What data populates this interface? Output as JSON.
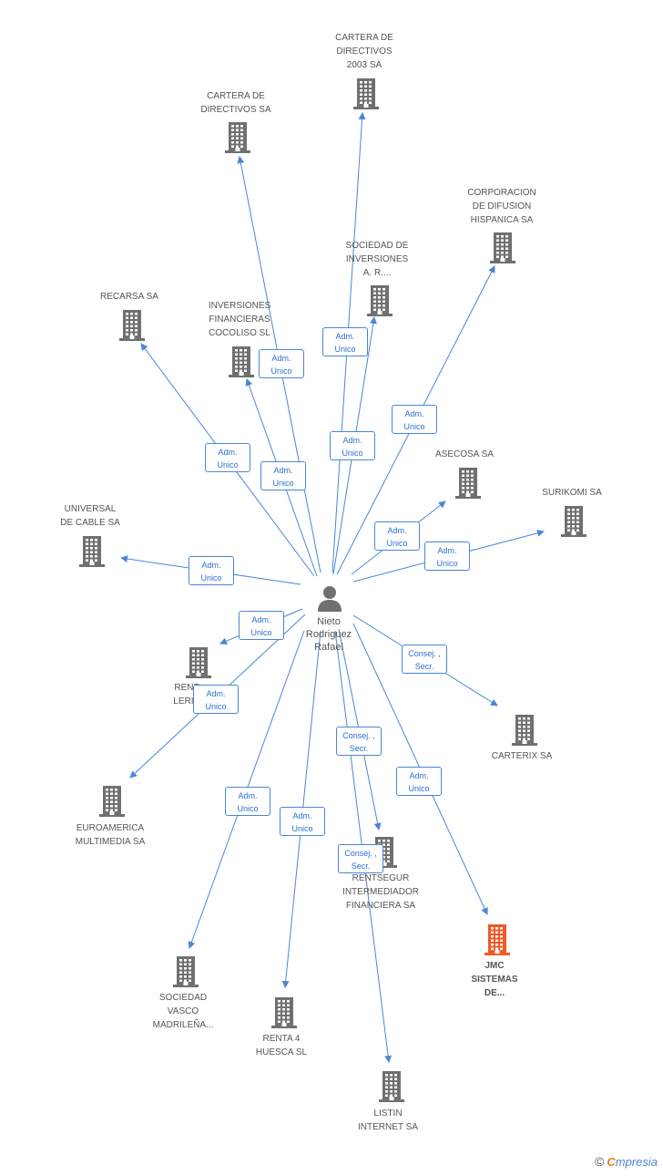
{
  "center": {
    "name_lines": [
      "Nieto",
      "Rodriguez",
      "Rafael"
    ]
  },
  "nodes": [
    {
      "id": "n1",
      "lines": [
        "CARTERA DE",
        "DIRECTIVOS",
        "2003 SA"
      ],
      "highlight": false
    },
    {
      "id": "n2",
      "lines": [
        "CARTERA DE",
        "DIRECTIVOS SA"
      ],
      "highlight": false
    },
    {
      "id": "n3",
      "lines": [
        "CORPORACION",
        "DE DIFUSION",
        "HISPANICA SA"
      ],
      "highlight": false
    },
    {
      "id": "n4",
      "lines": [
        "SOCIEDAD DE",
        "INVERSIONES",
        "A. R...."
      ],
      "highlight": false
    },
    {
      "id": "n5",
      "lines": [
        "RECARSA SA"
      ],
      "highlight": false
    },
    {
      "id": "n6",
      "lines": [
        "INVERSIONES",
        "FINANCIERAS",
        "COCOLISO SL"
      ],
      "highlight": false
    },
    {
      "id": "n7",
      "lines": [
        "ASECOSA SA"
      ],
      "highlight": false
    },
    {
      "id": "n8",
      "lines": [
        "SURIKOMI SA"
      ],
      "highlight": false
    },
    {
      "id": "n9",
      "lines": [
        "UNIVERSAL",
        "DE CABLE SA"
      ],
      "highlight": false
    },
    {
      "id": "n10",
      "lines": [
        "RENT",
        "LERID"
      ],
      "highlight": false
    },
    {
      "id": "n11",
      "lines": [
        "CARTERIX SA"
      ],
      "highlight": false
    },
    {
      "id": "n12",
      "lines": [
        "EUROAMERICA",
        "MULTIMEDIA SA"
      ],
      "highlight": false
    },
    {
      "id": "n13",
      "lines": [
        "RENTSEGUR",
        "INTERMEDIADOR",
        "FINANCIERA SA"
      ],
      "highlight": false
    },
    {
      "id": "n14",
      "lines": [
        "JMC",
        "SISTEMAS",
        "DE..."
      ],
      "highlight": true
    },
    {
      "id": "n15",
      "lines": [
        "SOCIEDAD",
        "VASCO",
        "MADRILEÑA..."
      ],
      "highlight": false
    },
    {
      "id": "n16",
      "lines": [
        "RENTA 4",
        "HUESCA SL"
      ],
      "highlight": false
    },
    {
      "id": "n17",
      "lines": [
        "LISTIN",
        "INTERNET SA"
      ],
      "highlight": false
    }
  ],
  "edges": [
    {
      "target": "n1",
      "label": [
        "Adm.",
        "Unico"
      ]
    },
    {
      "target": "n2",
      "label": [
        "Adm.",
        "Unico"
      ]
    },
    {
      "target": "n3",
      "label": [
        "Adm.",
        "Unico"
      ]
    },
    {
      "target": "n4",
      "label": [
        "Adm.",
        "Unico"
      ]
    },
    {
      "target": "n5",
      "label": [
        "Adm.",
        "Unico"
      ]
    },
    {
      "target": "n6",
      "label": [
        "Adm.",
        "Unico"
      ]
    },
    {
      "target": "n7",
      "label": [
        "Adm.",
        "Unico"
      ]
    },
    {
      "target": "n8",
      "label": [
        "Adm.",
        "Unico"
      ]
    },
    {
      "target": "n9",
      "label": [
        "Adm.",
        "Unico"
      ]
    },
    {
      "target": "n10",
      "label": [
        "Adm.",
        "Unico"
      ]
    },
    {
      "target": "n11",
      "label": [
        "Consej. ,",
        "Secr."
      ]
    },
    {
      "target": "n12",
      "label": [
        "Adm.",
        "Unico"
      ]
    },
    {
      "target": "n13",
      "label": [
        "Consej. ,",
        "Secr."
      ]
    },
    {
      "target": "n14",
      "label": [
        "Adm.",
        "Unico"
      ]
    },
    {
      "target": "n15",
      "label": [
        "Adm.",
        "Unico"
      ]
    },
    {
      "target": "n16",
      "label": [
        "Adm.",
        "Unico"
      ]
    },
    {
      "target": "n17",
      "label": [
        "Consej. ,",
        "Secr."
      ]
    }
  ],
  "colors": {
    "edge": "#4a86d8",
    "building": "#707070",
    "highlight_building": "#f05a28",
    "label_text": "#555555"
  },
  "footer": {
    "copyright": "©",
    "brand_first": "C",
    "brand_rest": "mpresia"
  }
}
